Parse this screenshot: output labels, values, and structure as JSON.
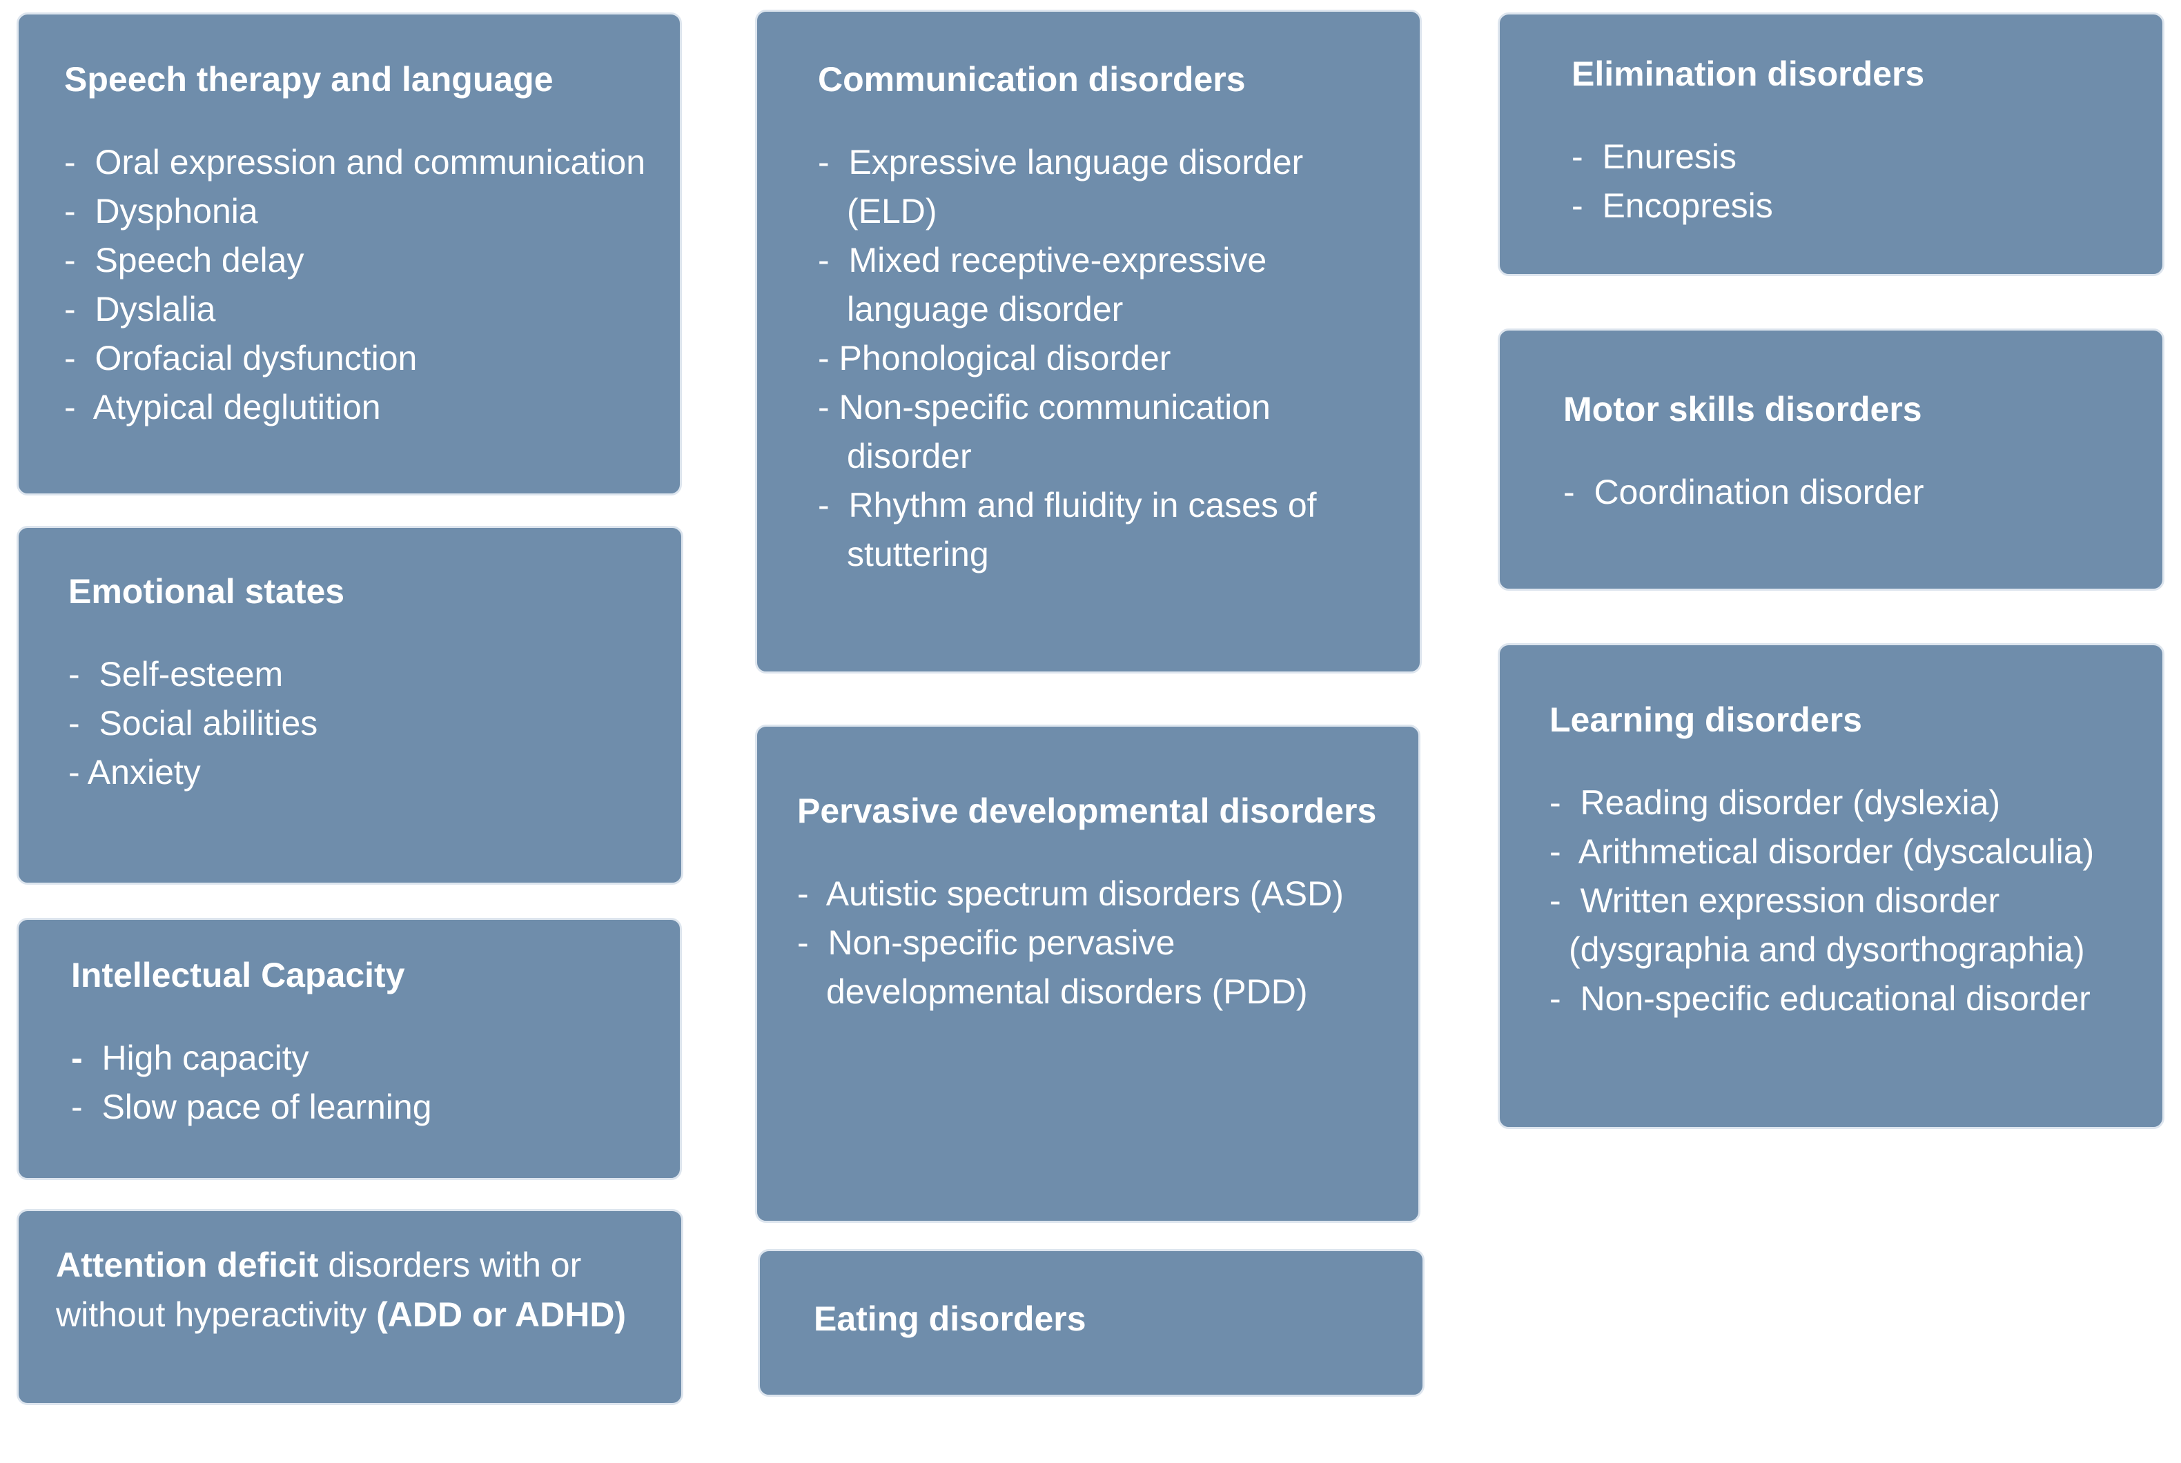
{
  "colors": {
    "box_fill": "#6f8dab",
    "box_border": "#dde5ee",
    "text": "#ffffff",
    "background": "#ffffff"
  },
  "speech": {
    "title": "Speech therapy and language",
    "items": [
      "Oral expression and communication",
      "Dysphonia",
      "Speech delay",
      "Dyslalia",
      "Orofacial dysfunction",
      "Atypical deglutition"
    ]
  },
  "emotional": {
    "title": "Emotional states",
    "items": [
      "Self-esteem",
      "Social abilities",
      "Anxiety"
    ]
  },
  "intellectual": {
    "title": "Intellectual Capacity",
    "items": [
      "High capacity",
      "Slow pace of learning"
    ]
  },
  "attention": {
    "part1": "Attention deficit",
    "part2": " disorders with or without hyperactivity ",
    "part3": "(ADD or ADHD)"
  },
  "communication": {
    "title": "Communication disorders",
    "items": [
      {
        "l1": "Expressive language disorder",
        "l2": "(ELD)"
      },
      {
        "l1": "Mixed receptive-expressive",
        "l2": "language disorder"
      },
      {
        "l1": "Phonological disorder"
      },
      {
        "l1": "Non-specific communication",
        "l2": "disorder"
      },
      {
        "l1": "Rhythm and fluidity in cases of",
        "l2": "stuttering"
      }
    ]
  },
  "pervasive": {
    "title": "Pervasive developmental disorders",
    "items": [
      {
        "l1": "Autistic spectrum disorders (ASD)"
      },
      {
        "l1": "Non-specific pervasive",
        "l2": "developmental disorders (PDD)"
      }
    ]
  },
  "eating": {
    "title": "Eating disorders"
  },
  "elimination": {
    "title": "Elimination disorders",
    "items": [
      "Enuresis",
      "Encopresis"
    ]
  },
  "motor": {
    "title": "Motor skills disorders",
    "items": [
      "Coordination disorder"
    ]
  },
  "learning": {
    "title": "Learning disorders",
    "items": [
      {
        "l1": "Reading disorder (dyslexia)"
      },
      {
        "l1": "Arithmetical disorder (dyscalculia)"
      },
      {
        "l1": "Written expression disorder",
        "l2": "(dysgraphia and dysorthographia)"
      },
      {
        "l1": "Non-specific educational disorder"
      }
    ]
  }
}
